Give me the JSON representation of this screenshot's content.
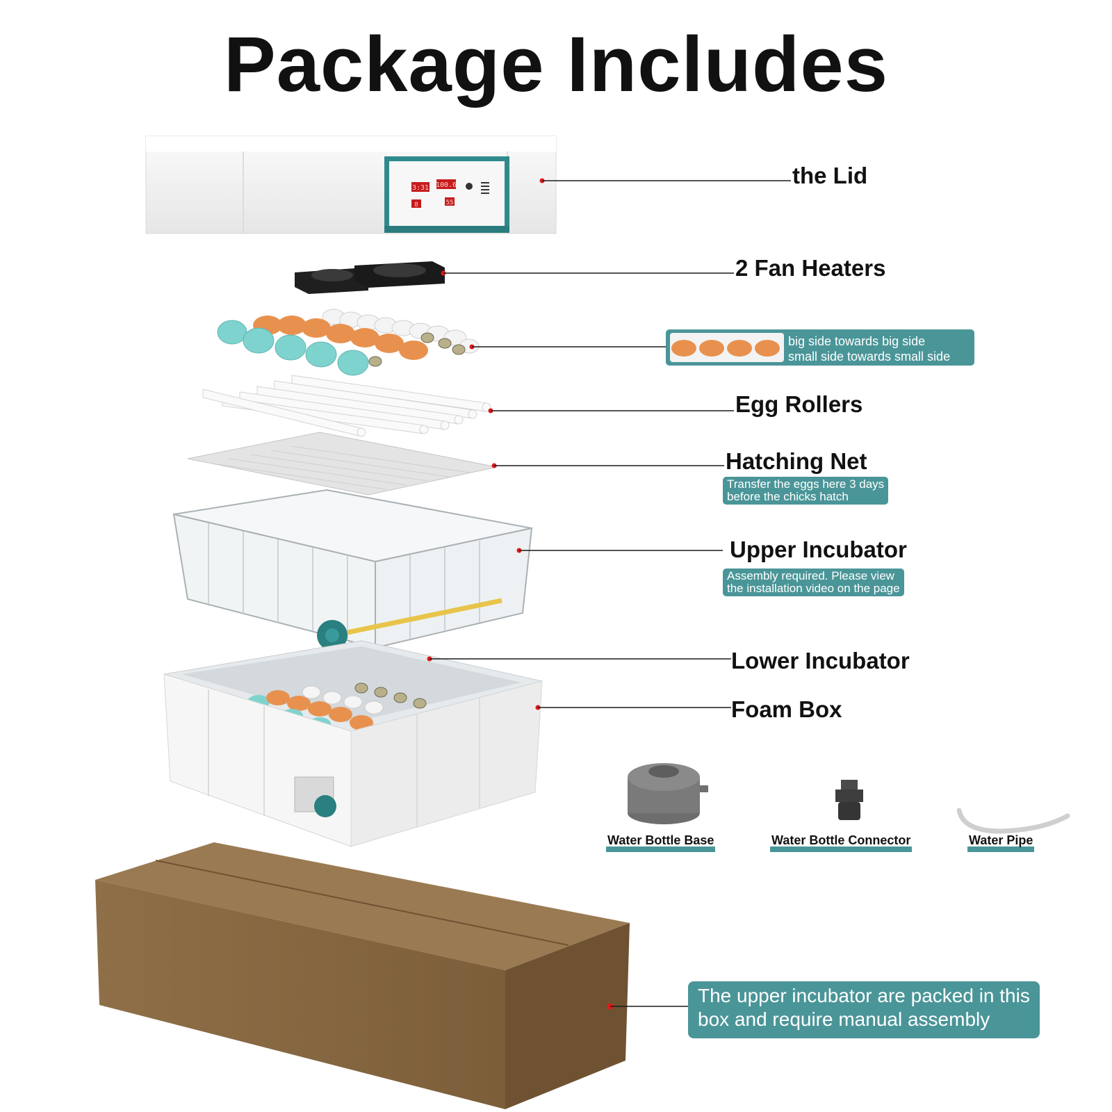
{
  "title": "Package Includes",
  "parts": {
    "lid": "the Lid",
    "fan_heaters": "2 Fan Heaters",
    "egg_rollers": "Egg Rollers",
    "hatching_net": "Hatching Net",
    "upper_incubator": "Upper Incubator",
    "lower_incubator": "Lower Incubator",
    "foam_box": "Foam Box"
  },
  "notes": {
    "egg_direction": [
      "big side towards big side",
      "small side towards small side"
    ],
    "hatching_net": [
      "Transfer the eggs here 3 days",
      "before the chicks hatch"
    ],
    "upper_incubator": [
      "Assembly required. Please view",
      "the installation video on the page"
    ]
  },
  "accessories": [
    "Water Bottle Base",
    "Water Bottle Connector",
    "Water Pipe"
  ],
  "box_note": [
    "The upper incubator are packed in this",
    "box and require manual assembly"
  ],
  "colors": {
    "accent": "#4a9598",
    "marker": "#e01818",
    "cardboard": "#8a6b44",
    "foam": "#f3f3f3"
  },
  "lid_panel": {
    "display_1": "3:31",
    "display_2": "100.6",
    "display_3": "8",
    "display_4": "55"
  }
}
